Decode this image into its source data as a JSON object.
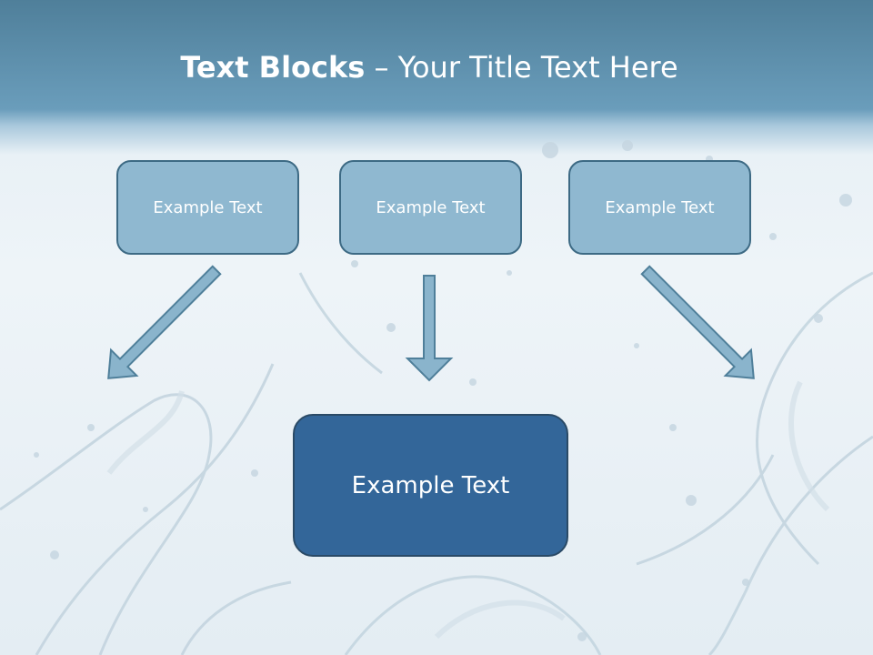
{
  "title": {
    "bold": "Text Blocks",
    "separator": " – ",
    "rest": "Your Title Text Here"
  },
  "boxes": [
    {
      "label": "Example Text"
    },
    {
      "label": "Example Text"
    },
    {
      "label": "Example Text"
    }
  ],
  "main_box": {
    "label": "Example Text"
  },
  "colors": {
    "small_box_fill": "#8fb8d0",
    "small_box_border": "#3d6a84",
    "main_box_fill": "#336699",
    "arrow_fill": "#8ab4cc"
  }
}
